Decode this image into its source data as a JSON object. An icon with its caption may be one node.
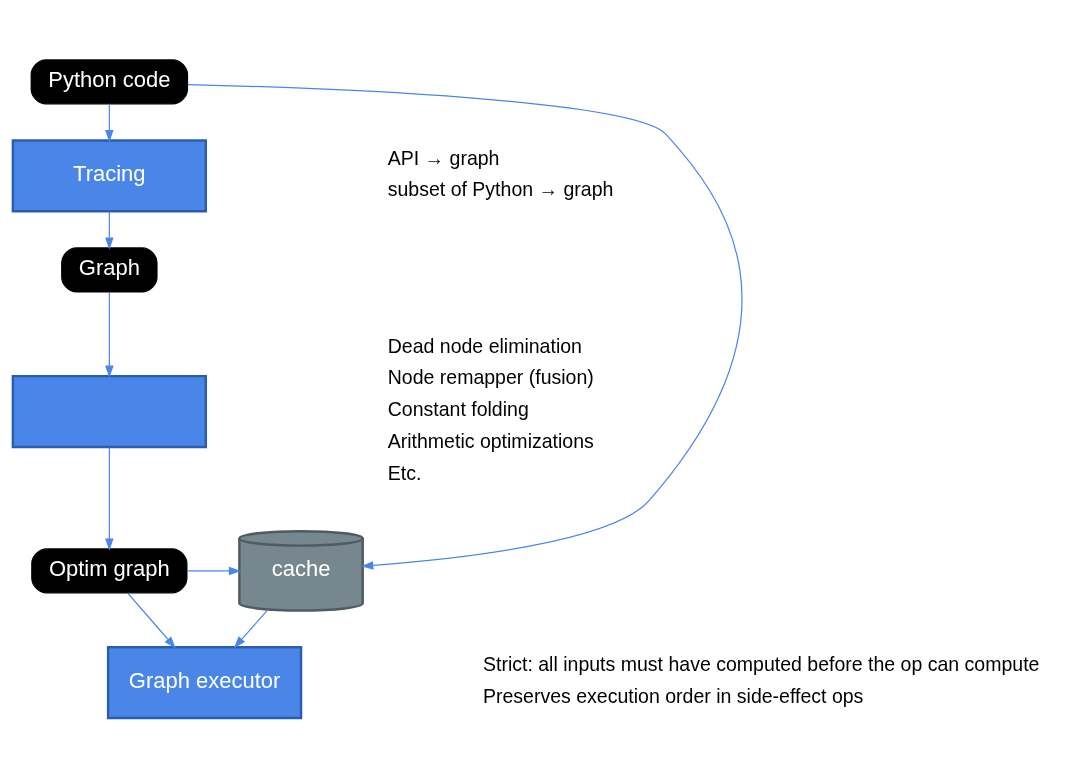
{
  "diagram": {
    "nodes": [
      {
        "text": [
          "Python code"
        ]
      },
      {
        "text": [
          "Tracing"
        ],
        "beside": [
          "API → graph",
          "subset of Python → graph"
        ]
      },
      {
        "text": [
          "Graph"
        ]
      },
      {
        "text": [],
        "shape": "box",
        "beside": [
          "Dead node elimination",
          "Node remapper (fusion)",
          "Constant folding",
          "Arithmetic optimizations",
          "Etc."
        ]
      },
      {
        "text": [
          "Optim graph"
        ]
      },
      {
        "text": [
          "cache"
        ]
      },
      {
        "text": [
          "Graph executor"
        ],
        "beside": [
          "Strict: all inputs must have computed before the op can compute",
          "Preserves execution order in side-effect ops"
        ]
      }
    ],
    "edges": [
      {
        "from": 0,
        "to": 1,
        "arrow": "to"
      },
      {
        "from": 1,
        "to": 2,
        "arrow": "to"
      },
      {
        "from": 2,
        "to": 3,
        "arrow": "to"
      },
      {
        "from": 3,
        "to": 4,
        "arrow": "to"
      },
      {
        "from": 4,
        "to": 6,
        "arrow": "to"
      },
      {
        "from": 0,
        "to": 5,
        "arrow": "to"
      },
      {
        "from": 4,
        "to": 5,
        "arrow": "to"
      },
      {
        "from": 5,
        "to": 6,
        "arrow": "to"
      }
    ]
  }
}
